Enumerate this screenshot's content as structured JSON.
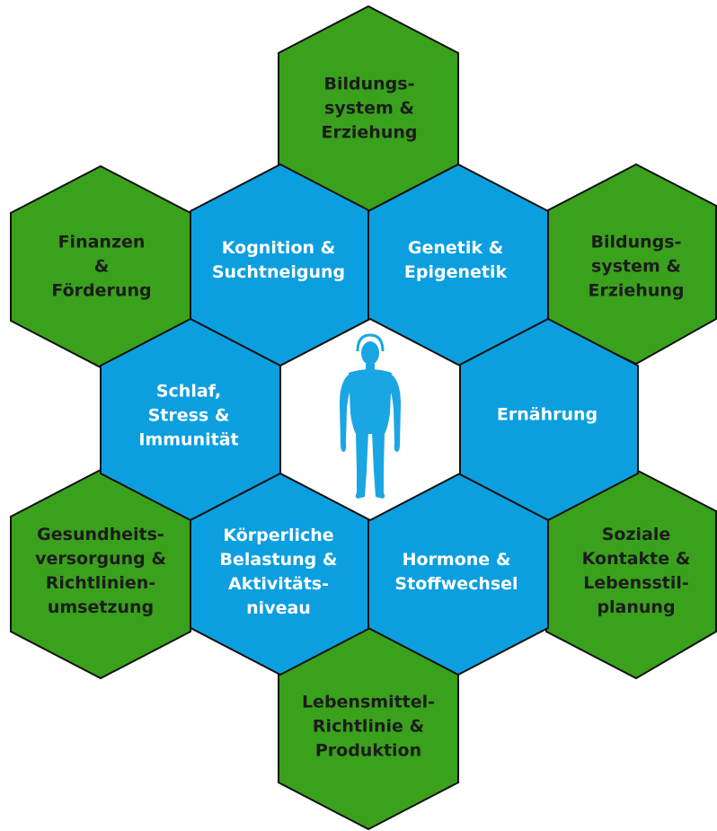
{
  "colors": {
    "outer_fill": "#3aa11c",
    "inner_fill": "#0b9fdf",
    "center_fill": "#ffffff",
    "border": "#111111",
    "figure": "#1aa6e3"
  },
  "center": {
    "icon": "human-figure-icon"
  },
  "inner_hexes": [
    {
      "id": "kognition",
      "label": "Kognition &\nSuchtneigung"
    },
    {
      "id": "genetik",
      "label": "Genetik &\nEpigenetik"
    },
    {
      "id": "schlaf",
      "label": "Schlaf,\nStress &\nImmunität"
    },
    {
      "id": "ernaehrung",
      "label": "Ernährung"
    },
    {
      "id": "koerperliche-belastung",
      "label": "Körperliche\nBelastung &\nAktivitäts-\nniveau"
    },
    {
      "id": "hormone",
      "label": "Hormone &\nStoffwechsel"
    }
  ],
  "outer_hexes": [
    {
      "id": "bildungssystem-top",
      "label": "Bildungs-\nsystem &\nErziehung"
    },
    {
      "id": "finanzen",
      "label": "Finanzen\n&\nFörderung"
    },
    {
      "id": "bildungssystem-right",
      "label": "Bildungs-\nsystem &\nErziehung"
    },
    {
      "id": "gesundheitsversorgung",
      "label": "Gesundheits-\nversorgung &\nRichtlinien-\numsetzung"
    },
    {
      "id": "soziale-kontakte",
      "label": "Soziale\nKontakte &\nLebensstil-\nplanung"
    },
    {
      "id": "lebensmittel",
      "label": "Lebensmittel-\nRichtlinie &\nProduktion"
    }
  ]
}
